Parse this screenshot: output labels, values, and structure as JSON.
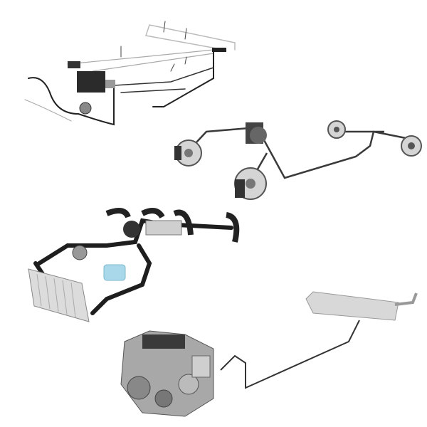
{
  "scene": {
    "background": "#ffffff",
    "components": [
      {
        "id": "wiring-harness",
        "color": "#2a2a2a"
      },
      {
        "id": "brake-system",
        "color": "#3a3a3a"
      },
      {
        "id": "cooling-system",
        "color": "#1e1e1e"
      },
      {
        "id": "exhaust-system",
        "color": "#c8c8c8"
      },
      {
        "id": "engine",
        "color": "#9a9a9a"
      }
    ],
    "colors": {
      "tube_dark": "#222222",
      "tube_light": "#b5b5b5",
      "metal": "#c9c9c9",
      "metal_dark": "#6f6f6f",
      "coolant": "#a9d8ea"
    }
  }
}
